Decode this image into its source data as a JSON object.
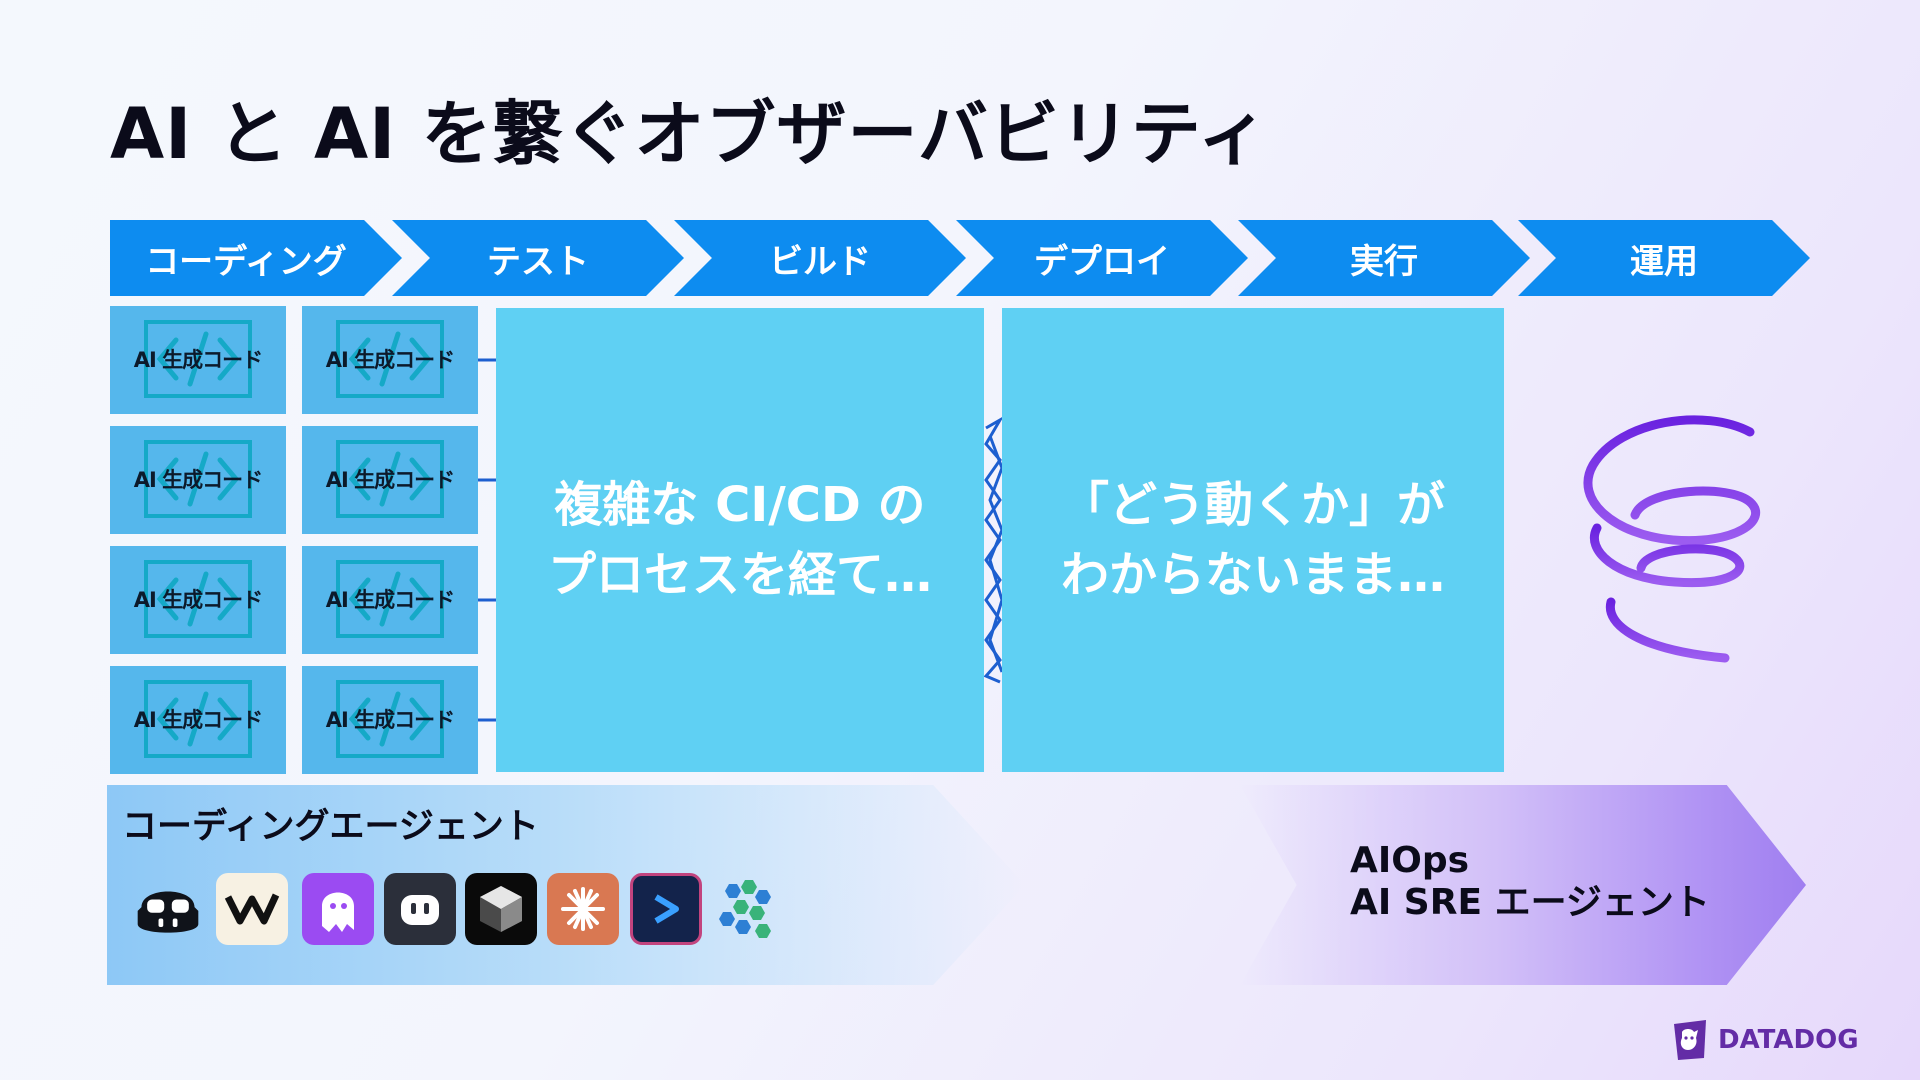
{
  "title": "AI と AI を繋ぐオブザーバビリティ",
  "stages": [
    "コーディング",
    "テスト",
    "ビルド",
    "デプロイ",
    "実行",
    "運用"
  ],
  "tile_label": "AI 生成コード",
  "boxes": {
    "complex": [
      "複雑な CI/CD の",
      "プロセスを経て…"
    ],
    "unknown": [
      "「どう動くか」が",
      "わからないまま…"
    ]
  },
  "coding_agents": {
    "label": "コーディングエージェント",
    "icons": [
      "copilot-icon",
      "windsurf-icon",
      "ghost-icon",
      "robot-icon",
      "cube-icon",
      "claude-icon",
      "terminal-icon",
      "hexagon-cluster-icon"
    ]
  },
  "aiops": [
    "AIOps",
    "AI SRE エージェント"
  ],
  "brand": {
    "name": "DATADOG",
    "color": "#632ca6"
  },
  "colors": {
    "stage": "#0d8cf0",
    "tile": "#55b7ec",
    "box": "#5fd0f3",
    "spiral": "#7a2ee8"
  }
}
